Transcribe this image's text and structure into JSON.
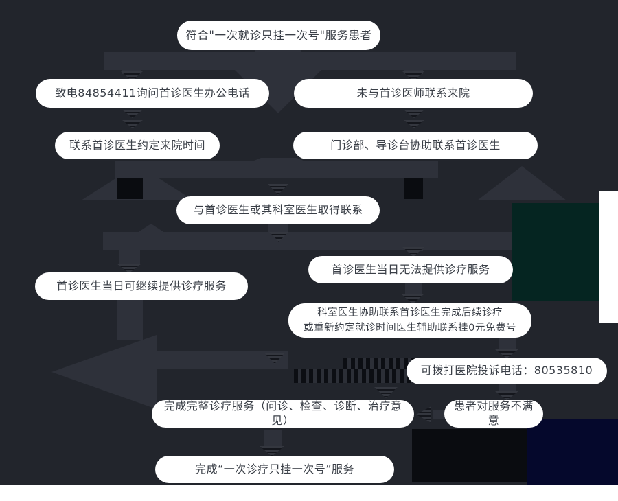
{
  "flowchart": {
    "title_node": "符合\"一次就诊只挂一次号\"服务患者",
    "nodes": [
      {
        "id": "eligible-patient",
        "text": "符合\"一次就诊只挂一次号\"服务患者"
      },
      {
        "id": "call-office-phone",
        "text": "致电84854411询问首诊医生办公电话"
      },
      {
        "id": "arrive-without-contact",
        "text": "未与首诊医师联系来院"
      },
      {
        "id": "schedule-visit-time",
        "text": "联系首诊医生约定来院时间"
      },
      {
        "id": "outpatient-desk-assist",
        "text": "门诊部、导诊台协助联系首诊医生"
      },
      {
        "id": "contact-established",
        "text": "与首诊医生或其科室医生取得联系"
      },
      {
        "id": "doctor-unavailable-today",
        "text": "首诊医生当日无法提供诊疗服务"
      },
      {
        "id": "doctor-available-today",
        "text": "首诊医生当日可继续提供诊疗服务"
      },
      {
        "id": "dept-assist-followup",
        "text": "科室医生协助联系首诊医生完成后续诊疗\n或重新约定就诊时间医生辅助联系挂0元免费号"
      },
      {
        "id": "complaint-hotline",
        "text": "可拨打医院投诉电话：80535810"
      },
      {
        "id": "complete-full-treatment",
        "text": "完成完整诊疗服务（问诊、检查、诊断、治疗意见）"
      },
      {
        "id": "patient-unsatisfied",
        "text": "患者对服务不满意"
      },
      {
        "id": "service-completed",
        "text": "完成“一次诊疗只挂一次号”服务"
      }
    ],
    "colors": {
      "background": "#22252c",
      "connector_gray": "#2e313a",
      "node_background": "#ffffff",
      "node_text": "#3a3f47",
      "teal_patch": "#052521",
      "navy_patch": "#05082c",
      "black_patch": "#0a0c10",
      "edge_white": "#ffffff"
    }
  }
}
